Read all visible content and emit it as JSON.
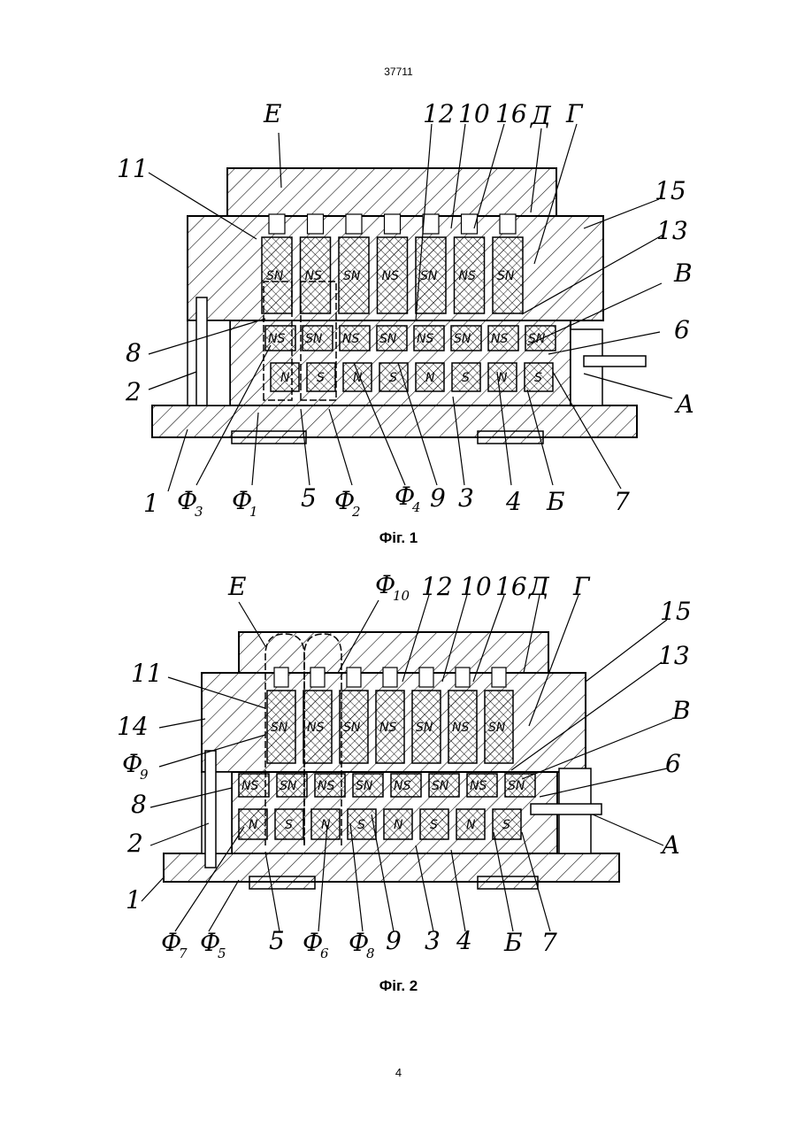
{
  "header": {
    "doc_number": "37711"
  },
  "figure1": {
    "caption": "Фіг. 1",
    "labels": {
      "E": "Е",
      "n12": "12",
      "n10": "10",
      "n16": "16",
      "D": "Д",
      "G": "Г",
      "n11": "11",
      "n15": "15",
      "n13": "13",
      "V": "В",
      "n8": "8",
      "n6": "6",
      "n2": "2",
      "A": "А",
      "n1": "1",
      "f3": "Ф",
      "f3s": "3",
      "f1": "Ф",
      "f1s": "1",
      "n5": "5",
      "f2": "Ф",
      "f2s": "2",
      "f4": "Ф",
      "f4s": "4",
      "n9": "9",
      "n3": "3",
      "n4": "4",
      "B": "Б",
      "n7": "7"
    },
    "magnets": {
      "top": [
        "SN",
        "NS",
        "SN",
        "NS",
        "SN",
        "NS",
        "SN"
      ],
      "mid": [
        "NS",
        "SN",
        "NS",
        "SN",
        "NS",
        "SN",
        "NS",
        "SN"
      ],
      "bot": [
        "N",
        "S",
        "N",
        "S",
        "N",
        "S",
        "N",
        "S"
      ]
    }
  },
  "figure2": {
    "caption": "Фіг. 2",
    "labels": {
      "E": "Е",
      "f10": "Ф",
      "f10s": "10",
      "n12": "12",
      "n10": "10",
      "n16": "16",
      "D": "Д",
      "G": "Г",
      "n15": "15",
      "n11": "11",
      "n13": "13",
      "n14": "14",
      "V": "В",
      "f9": "Ф",
      "f9s": "9",
      "n8": "8",
      "n6": "6",
      "n2": "2",
      "A": "А",
      "n1": "1",
      "f7": "Ф",
      "f7s": "7",
      "f5": "Ф",
      "f5s": "5",
      "n5": "5",
      "f6": "Ф",
      "f6s": "6",
      "f8": "Ф",
      "f8s": "8",
      "n9": "9",
      "n3": "3",
      "n4": "4",
      "B": "Б",
      "n7": "7"
    },
    "magnets": {
      "top": [
        "SN",
        "NS",
        "SN",
        "NS",
        "SN",
        "NS",
        "SN"
      ],
      "mid": [
        "NS",
        "SN",
        "NS",
        "SN",
        "NS",
        "SN",
        "NS",
        "SN"
      ],
      "bot": [
        "N",
        "S",
        "N",
        "S",
        "N",
        "S",
        "N",
        "S"
      ]
    }
  },
  "footer": {
    "page_number": "4"
  }
}
